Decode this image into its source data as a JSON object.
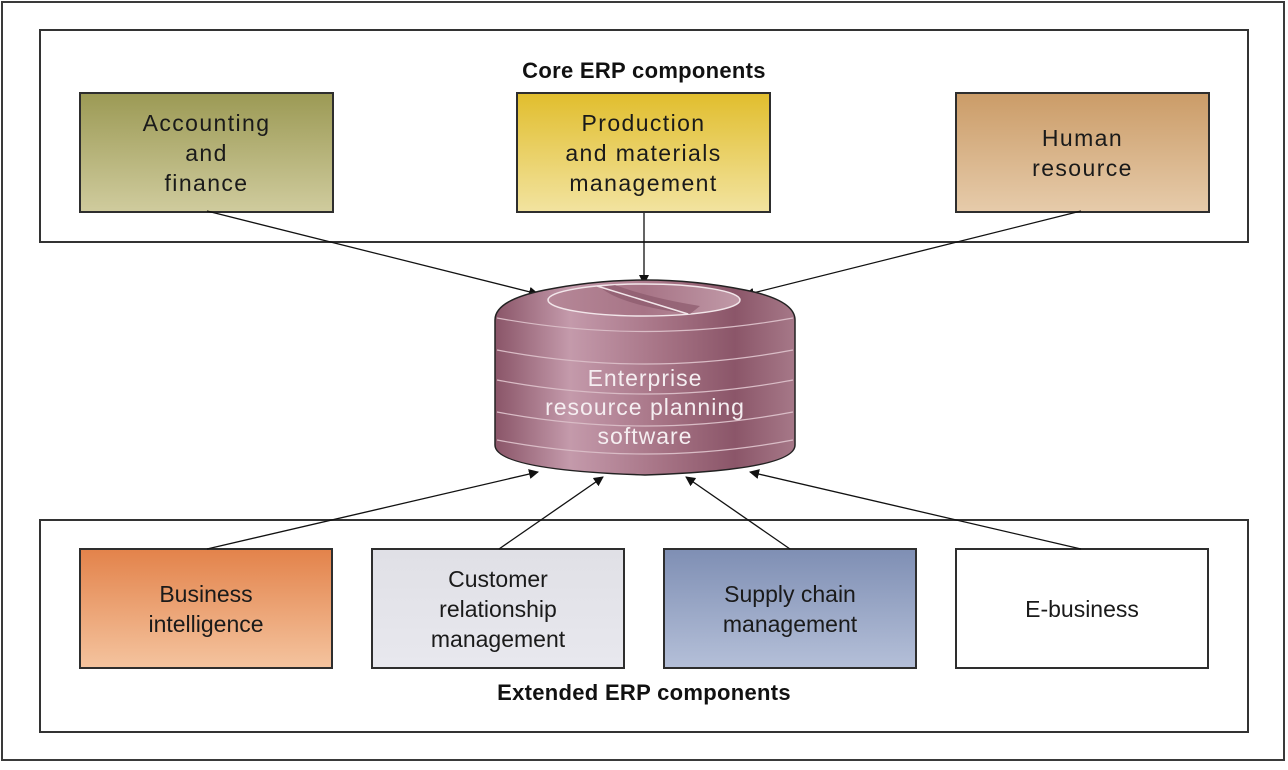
{
  "core_group": {
    "title": "Core ERP components",
    "components": [
      {
        "label": "Accounting\nand\nfinance",
        "color_top": "#9c9a55",
        "color_bottom": "#cfcb9d"
      },
      {
        "label": "Production\nand materials\nmanagement",
        "color_top": "#e1be2e",
        "color_bottom": "#f2e39f"
      },
      {
        "label": "Human\nresource",
        "color_top": "#cb9c68",
        "color_bottom": "#e6cbaa"
      }
    ]
  },
  "center": {
    "label": "Enterprise\nresource planning\nsoftware",
    "icon": "database-cylinder-icon",
    "color": "#9c6a7d"
  },
  "extended_group": {
    "title": "Extended ERP components",
    "components": [
      {
        "label": "Business\nintelligence",
        "color_top": "#e3834b",
        "color_bottom": "#f4c39e"
      },
      {
        "label": "Customer\nrelationship\nmanagement",
        "color_top": "#e0e0e6",
        "color_bottom": "#e8e8ee"
      },
      {
        "label": "Supply chain\nmanagement",
        "color_top": "#7f8fb4",
        "color_bottom": "#b4bfd8"
      },
      {
        "label": "E-business",
        "color_top": "#ffffff",
        "color_bottom": "#ffffff"
      }
    ]
  }
}
